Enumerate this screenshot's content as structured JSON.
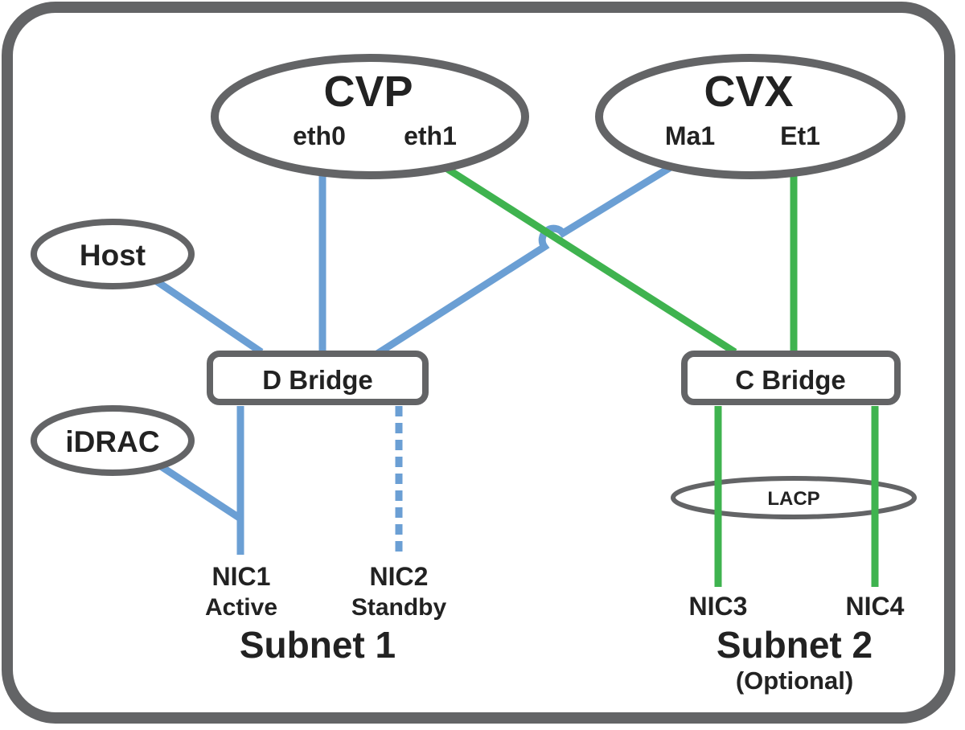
{
  "colors": {
    "frame": "#636466",
    "management_link": "#6b9fd4",
    "cluster_link": "#3fb34f",
    "text": "#222222"
  },
  "nodes": {
    "cvp": {
      "title": "CVP",
      "port_a": "eth0",
      "port_b": "eth1"
    },
    "cvx": {
      "title": "CVX",
      "port_a": "Ma1",
      "port_b": "Et1"
    },
    "host": "Host",
    "idrac": "iDRAC",
    "d_bridge": "D Bridge",
    "c_bridge": "C Bridge",
    "lacp": "LACP"
  },
  "nics": {
    "nic1": {
      "name": "NIC1",
      "state": "Active"
    },
    "nic2": {
      "name": "NIC2",
      "state": "Standby"
    },
    "nic3": {
      "name": "NIC3"
    },
    "nic4": {
      "name": "NIC4"
    }
  },
  "subnets": {
    "subnet1": {
      "label": "Subnet 1"
    },
    "subnet2": {
      "label": "Subnet 2",
      "note": "(Optional)"
    }
  }
}
